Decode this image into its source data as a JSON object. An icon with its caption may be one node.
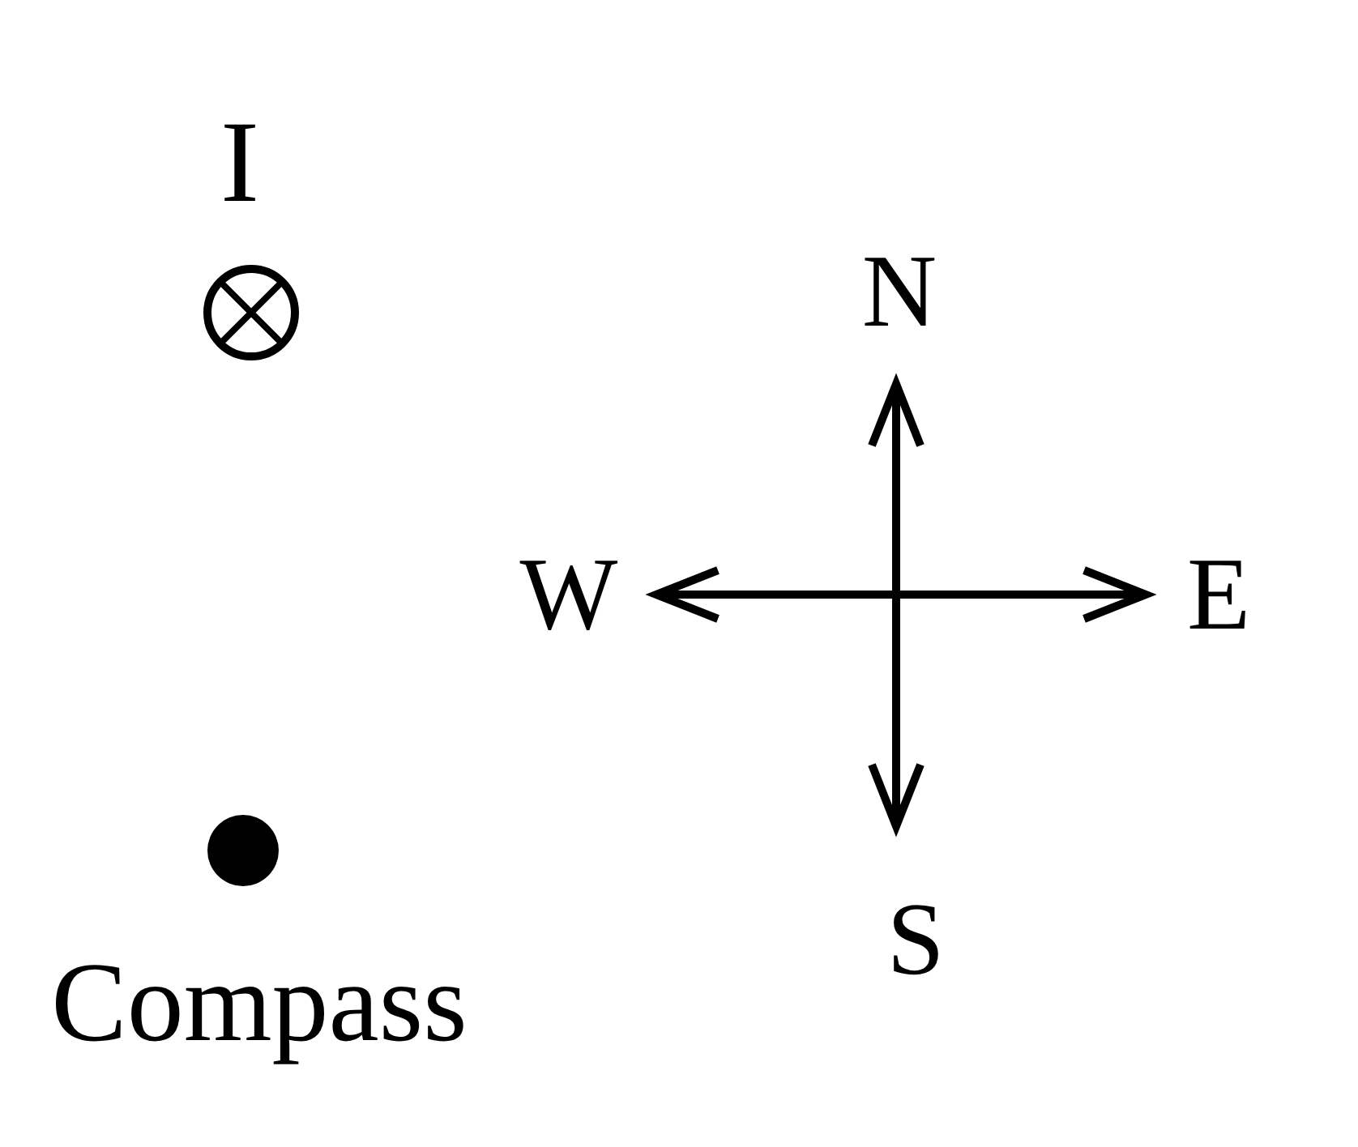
{
  "diagram": {
    "labels": [
      "I",
      "N",
      "W",
      "E",
      "S",
      "Compass"
    ]
  }
}
